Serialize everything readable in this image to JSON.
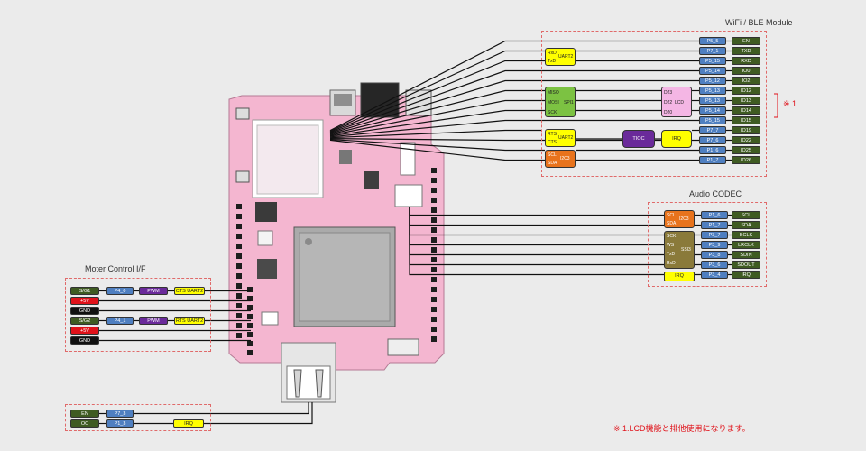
{
  "wifi": {
    "title": "WiFi / BLE Module",
    "pins": [
      {
        "port": "P5_5",
        "signal": "EN"
      },
      {
        "port": "P7_1",
        "signal": "TXD"
      },
      {
        "port": "P5_15",
        "signal": "RXD"
      },
      {
        "port": "P5_14",
        "signal": "IO0"
      },
      {
        "port": "P5_12",
        "signal": "IO2"
      },
      {
        "port": "P5_13",
        "signal": "IO12"
      },
      {
        "port": "P5_13",
        "signal": "IO13"
      },
      {
        "port": "P5_14",
        "signal": "IO14"
      },
      {
        "port": "P5_15",
        "signal": "IO15"
      },
      {
        "port": "P7_7",
        "signal": "IO19"
      },
      {
        "port": "P7_6",
        "signal": "IO22"
      },
      {
        "port": "P1_6",
        "signal": "IO25"
      },
      {
        "port": "P1_7",
        "signal": "IO26"
      }
    ],
    "uart": {
      "lines": [
        "RxD",
        "TxD"
      ],
      "name": "UART2"
    },
    "spi": {
      "lines": [
        "MISO",
        "MOSI",
        "SCK"
      ],
      "name": "SPI1"
    },
    "lcd": {
      "lines": [
        "D23",
        "D22",
        "D20"
      ],
      "name": "LCD"
    },
    "uart_flow": {
      "lines": [
        "RTS",
        "CTS"
      ],
      "name": "UART2"
    },
    "i2c": {
      "lines": [
        "SCL",
        "SDA"
      ],
      "name": "I2C3"
    },
    "tioc": "TIOC",
    "irq": "IRQ",
    "note_mark": "※ 1"
  },
  "audio": {
    "title": "Audio CODEC",
    "pins": [
      {
        "port": "P1_6",
        "signal": "SCL"
      },
      {
        "port": "P1_7",
        "signal": "SDA"
      },
      {
        "port": "P3_7",
        "signal": "BCLK"
      },
      {
        "port": "P3_9",
        "signal": "LRCLK"
      },
      {
        "port": "P3_8",
        "signal": "SDIN"
      },
      {
        "port": "P3_6",
        "signal": "SDOUT"
      },
      {
        "port": "P3_4",
        "signal": "IRQ"
      }
    ],
    "i2c": {
      "lines": [
        "SCL",
        "SDA"
      ],
      "name": "I2C3"
    },
    "ssi": {
      "lines": [
        "SCK",
        "WS",
        "TxD",
        "RxD"
      ],
      "name": "SSI3"
    },
    "irq": "IRQ"
  },
  "motor": {
    "title": "Moter Control I/F",
    "rows": [
      {
        "label": "S/G1",
        "color": "green",
        "port": "P4_0",
        "func": "PWM",
        "extra": "CTS UART2"
      },
      {
        "label": "+5V",
        "color": "red"
      },
      {
        "label": "GND",
        "color": "black"
      },
      {
        "label": "S/G2",
        "color": "green",
        "port": "P4_1",
        "func": "PWM",
        "extra": "RTS UART2"
      },
      {
        "label": "+5V",
        "color": "red"
      },
      {
        "label": "GND",
        "color": "black"
      }
    ]
  },
  "usb": {
    "rows": [
      {
        "label": "EN",
        "port": "P7_3"
      },
      {
        "label": "OC",
        "port": "P1_3",
        "irq": "IRQ"
      }
    ]
  },
  "footnote": "※ 1.LCD機能と排他使用になります。"
}
